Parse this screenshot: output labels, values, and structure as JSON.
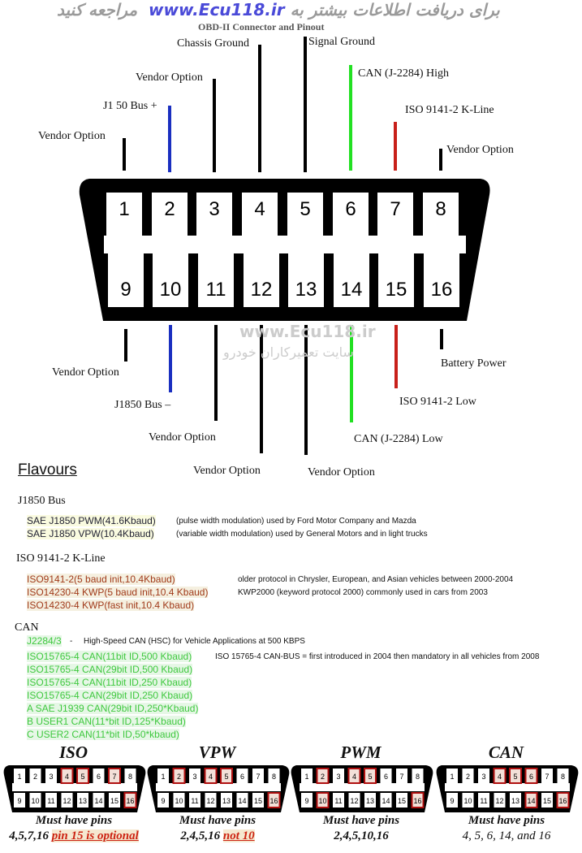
{
  "watermark": {
    "persian": "برای دریافت اطلاعات بیشتر به",
    "url": "www.Ecu118.ir",
    "persian2": "مراجعه کنید",
    "center_url": "www.Ecu118.ir",
    "center_persian": "سایت تعمیرکاران خودرو"
  },
  "title": "OBD-II Connector and Pinout",
  "pins": [
    {
      "n": "1",
      "label": "Vendor Option",
      "color": "#000000"
    },
    {
      "n": "2",
      "label": "J1  50 Bus +",
      "color": "#1a2fc0"
    },
    {
      "n": "3",
      "label": "Vendor Option",
      "color": "#000000"
    },
    {
      "n": "4",
      "label": "Chassis Ground",
      "color": "#000000"
    },
    {
      "n": "5",
      "label": "Signal Ground",
      "color": "#000000"
    },
    {
      "n": "6",
      "label": "CAN (J-2284) High",
      "color": "#22e022"
    },
    {
      "n": "7",
      "label": "ISO 9141-2 K-Line",
      "color": "#c8201a"
    },
    {
      "n": "8",
      "label": "Vendor Option",
      "color": "#000000"
    },
    {
      "n": "9",
      "label": "Vendor Option",
      "color": "#000000"
    },
    {
      "n": "10",
      "label": "J1850 Bus –",
      "color": "#1a2fc0"
    },
    {
      "n": "11",
      "label": "Vendor Option",
      "color": "#000000"
    },
    {
      "n": "12",
      "label": "Vendor Option",
      "color": "#000000"
    },
    {
      "n": "13",
      "label": "Vendor Option",
      "color": "#000000"
    },
    {
      "n": "14",
      "label": "CAN (J-2284) Low",
      "color": "#22e022"
    },
    {
      "n": "15",
      "label": "ISO 9141-2 Low",
      "color": "#c8201a"
    },
    {
      "n": "16",
      "label": "Battery Power",
      "color": "#000000"
    }
  ],
  "flavours": {
    "heading": "Flavours",
    "j1850": {
      "title": "J1850 Bus",
      "rows": [
        {
          "proto": "SAE J1850 PWM(41.6Kbaud)",
          "desc": "(pulse width modulation)  used by Ford Motor Company and Mazda"
        },
        {
          "proto": "SAE J1850 VPW(10.4Kbaud)",
          "desc": "(variable width modulation) used by General Motors and in light trucks"
        }
      ]
    },
    "iso": {
      "title": "ISO 9141-2 K-Line",
      "rows": [
        {
          "proto": "ISO9141-2(5 baud init,10.4Kbaud)",
          "desc": "older protocol in Chrysler, European, and Asian vehicles between 2000-2004"
        },
        {
          "proto": "ISO14230-4 KWP(5 baud init,10.4 Kbaud)",
          "desc": "KWP2000 (keyword protocol 2000) commonly used in cars from 2003"
        },
        {
          "proto": "ISO14230-4 KWP(fast init,10.4 Kbaud)",
          "desc": ""
        }
      ]
    },
    "can": {
      "title": "CAN",
      "j2284": "J2284/3",
      "j2284_dash": "-",
      "j2284_desc": "High-Speed CAN (HSC) for Vehicle Applications at 500 KBPS",
      "rows": [
        {
          "proto": "ISO15765-4 CAN(11bit ID,500 Kbaud)",
          "desc": "ISO 15765-4 CAN-BUS = first introduced in 2004 then mandatory in all vehicles from 2008"
        },
        {
          "proto": "ISO15765-4 CAN(29bit ID,500 Kbaud)",
          "desc": ""
        },
        {
          "proto": "ISO15765-4 CAN(11bit ID,250 Kbaud)",
          "desc": ""
        },
        {
          "proto": "ISO15765-4 CAN(29bit ID,250 Kbaud)",
          "desc": ""
        },
        {
          "proto": "A SAE J1939 CAN(29bit ID,250*Kbaud)",
          "desc": ""
        },
        {
          "proto": "B USER1 CAN(11*bit ID,125*Kbaud)",
          "desc": ""
        },
        {
          "proto": "C USER2 CAN(11*bit ID,50*kbaud)",
          "desc": ""
        }
      ]
    }
  },
  "summary": [
    {
      "name": "ISO",
      "must": "Must have pins",
      "pins_text": "4,5,7,16",
      "note": "pin 15 is optional",
      "highlight": [
        4,
        5,
        7,
        16
      ]
    },
    {
      "name": "VPW",
      "must": "Must have pins",
      "pins_text": "2,4,5,16",
      "note": "not 10",
      "highlight": [
        2,
        4,
        5,
        16
      ]
    },
    {
      "name": "PWM",
      "must": "Must have pins",
      "pins_text": "2,4,5,10,16",
      "note": "",
      "highlight": [
        2,
        4,
        5,
        10,
        16
      ]
    },
    {
      "name": "CAN",
      "must": "Must have pins",
      "pins_text": "4, 5, 6, 14, and 16",
      "note": "",
      "highlight": [
        4,
        5,
        6,
        14,
        16
      ]
    }
  ]
}
